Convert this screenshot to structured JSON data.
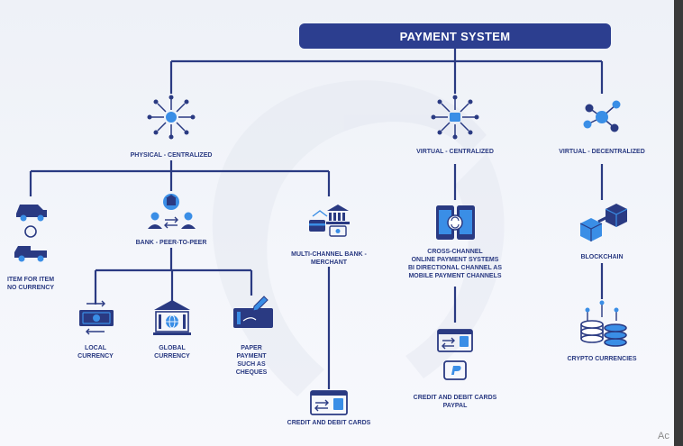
{
  "title": "PAYMENT SYSTEM",
  "edge_text": "Ac",
  "colors": {
    "primary": "#2c3e8f",
    "accent": "#3a8ee6",
    "line": "#2a3a82"
  },
  "nodes": {
    "physical": {
      "label": "PHYSICAL - CENTRALIZED",
      "icon": "network-hub-icon"
    },
    "virtual_c": {
      "label": "VIRTUAL - CENTRALIZED",
      "icon": "network-hub-icon"
    },
    "virtual_d": {
      "label": "VIRTUAL - DECENTRALIZED",
      "icon": "network-nodes-icon"
    },
    "item": {
      "label": "ITEM FOR ITEM\nNO CURRENCY",
      "icon": "car-exchange-icon"
    },
    "bank_p2p": {
      "label": "BANK - PEER-TO-PEER",
      "icon": "bank-transfer-icon"
    },
    "multichannel": {
      "label": "MULTI-CHANNEL BANK -\nMERCHANT",
      "icon": "bank-card-icon"
    },
    "local": {
      "label": "LOCAL\nCURRENCY",
      "icon": "banknote-icon"
    },
    "global": {
      "label": "GLOBAL\nCURRENCY",
      "icon": "globe-bank-icon"
    },
    "paper": {
      "label": "PAPER\nPAYMENT\nSUCH AS\nCHEQUES",
      "icon": "cheque-icon"
    },
    "credit1": {
      "label": "CREDIT AND DEBIT CARDS",
      "icon": "card-reader-icon"
    },
    "cross": {
      "label": "CROSS-CHANNEL\nONLINE PAYMENT SYSTEMS\nBI DIRECTIONAL CHANNEL AS\nMOBILE PAYMENT CHANNELS",
      "icon": "phone-exchange-icon"
    },
    "credit2": {
      "label": "CREDIT AND DEBIT CARDS\nPAYPAL",
      "icon": "card-paypal-icon"
    },
    "blockchain": {
      "label": "BLOCKCHAIN",
      "icon": "blockchain-icon"
    },
    "crypto": {
      "label": "CRYPTO CURRENCIES",
      "icon": "coin-stack-icon"
    }
  }
}
